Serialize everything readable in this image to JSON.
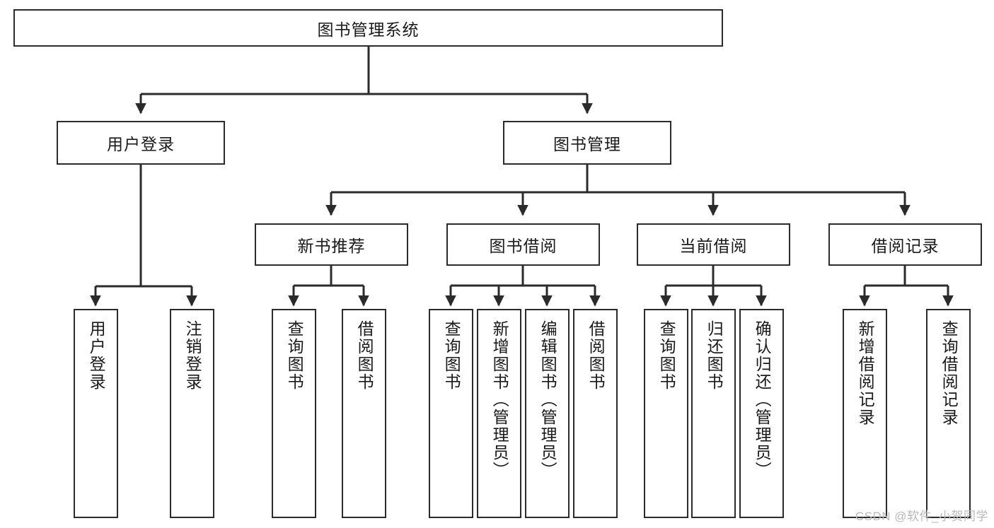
{
  "diagram": {
    "title_node": {
      "label": "图书管理系统"
    },
    "level2": [
      {
        "id": "user-login",
        "label": "用户登录"
      },
      {
        "id": "book-manage",
        "label": "图书管理"
      }
    ],
    "level3": [
      {
        "id": "new-book-rec",
        "label": "新书推荐"
      },
      {
        "id": "book-borrow",
        "label": "图书借阅"
      },
      {
        "id": "current-borrow",
        "label": "当前借阅"
      },
      {
        "id": "borrow-record",
        "label": "借阅记录"
      }
    ],
    "leaves": [
      {
        "id": "leaf-user-login",
        "label": "用户登录"
      },
      {
        "id": "leaf-user-logout",
        "label": "注销登录"
      },
      {
        "id": "leaf-query-book-1",
        "label": "查询图书"
      },
      {
        "id": "leaf-borrow-book-1",
        "label": "借阅图书"
      },
      {
        "id": "leaf-query-book-2",
        "label": "查询图书"
      },
      {
        "id": "leaf-add-book",
        "label": "新增图书（管理员）"
      },
      {
        "id": "leaf-edit-book",
        "label": "编辑图书（管理员）"
      },
      {
        "id": "leaf-borrow-book-2",
        "label": "借阅图书"
      },
      {
        "id": "leaf-query-book-3",
        "label": "查询图书"
      },
      {
        "id": "leaf-return-book",
        "label": "归还图书"
      },
      {
        "id": "leaf-confirm-return",
        "label": "确认归还（管理员）"
      },
      {
        "id": "leaf-add-record",
        "label": "新增借阅记录"
      },
      {
        "id": "leaf-query-record",
        "label": "查询借阅记录"
      }
    ],
    "colors": {
      "stroke": "#2b2b2b",
      "background": "#ffffff",
      "text": "#1a1a1a",
      "watermark": "#b9b9b9"
    }
  },
  "watermark": {
    "text": "CSDN @软件_小贺同学"
  }
}
